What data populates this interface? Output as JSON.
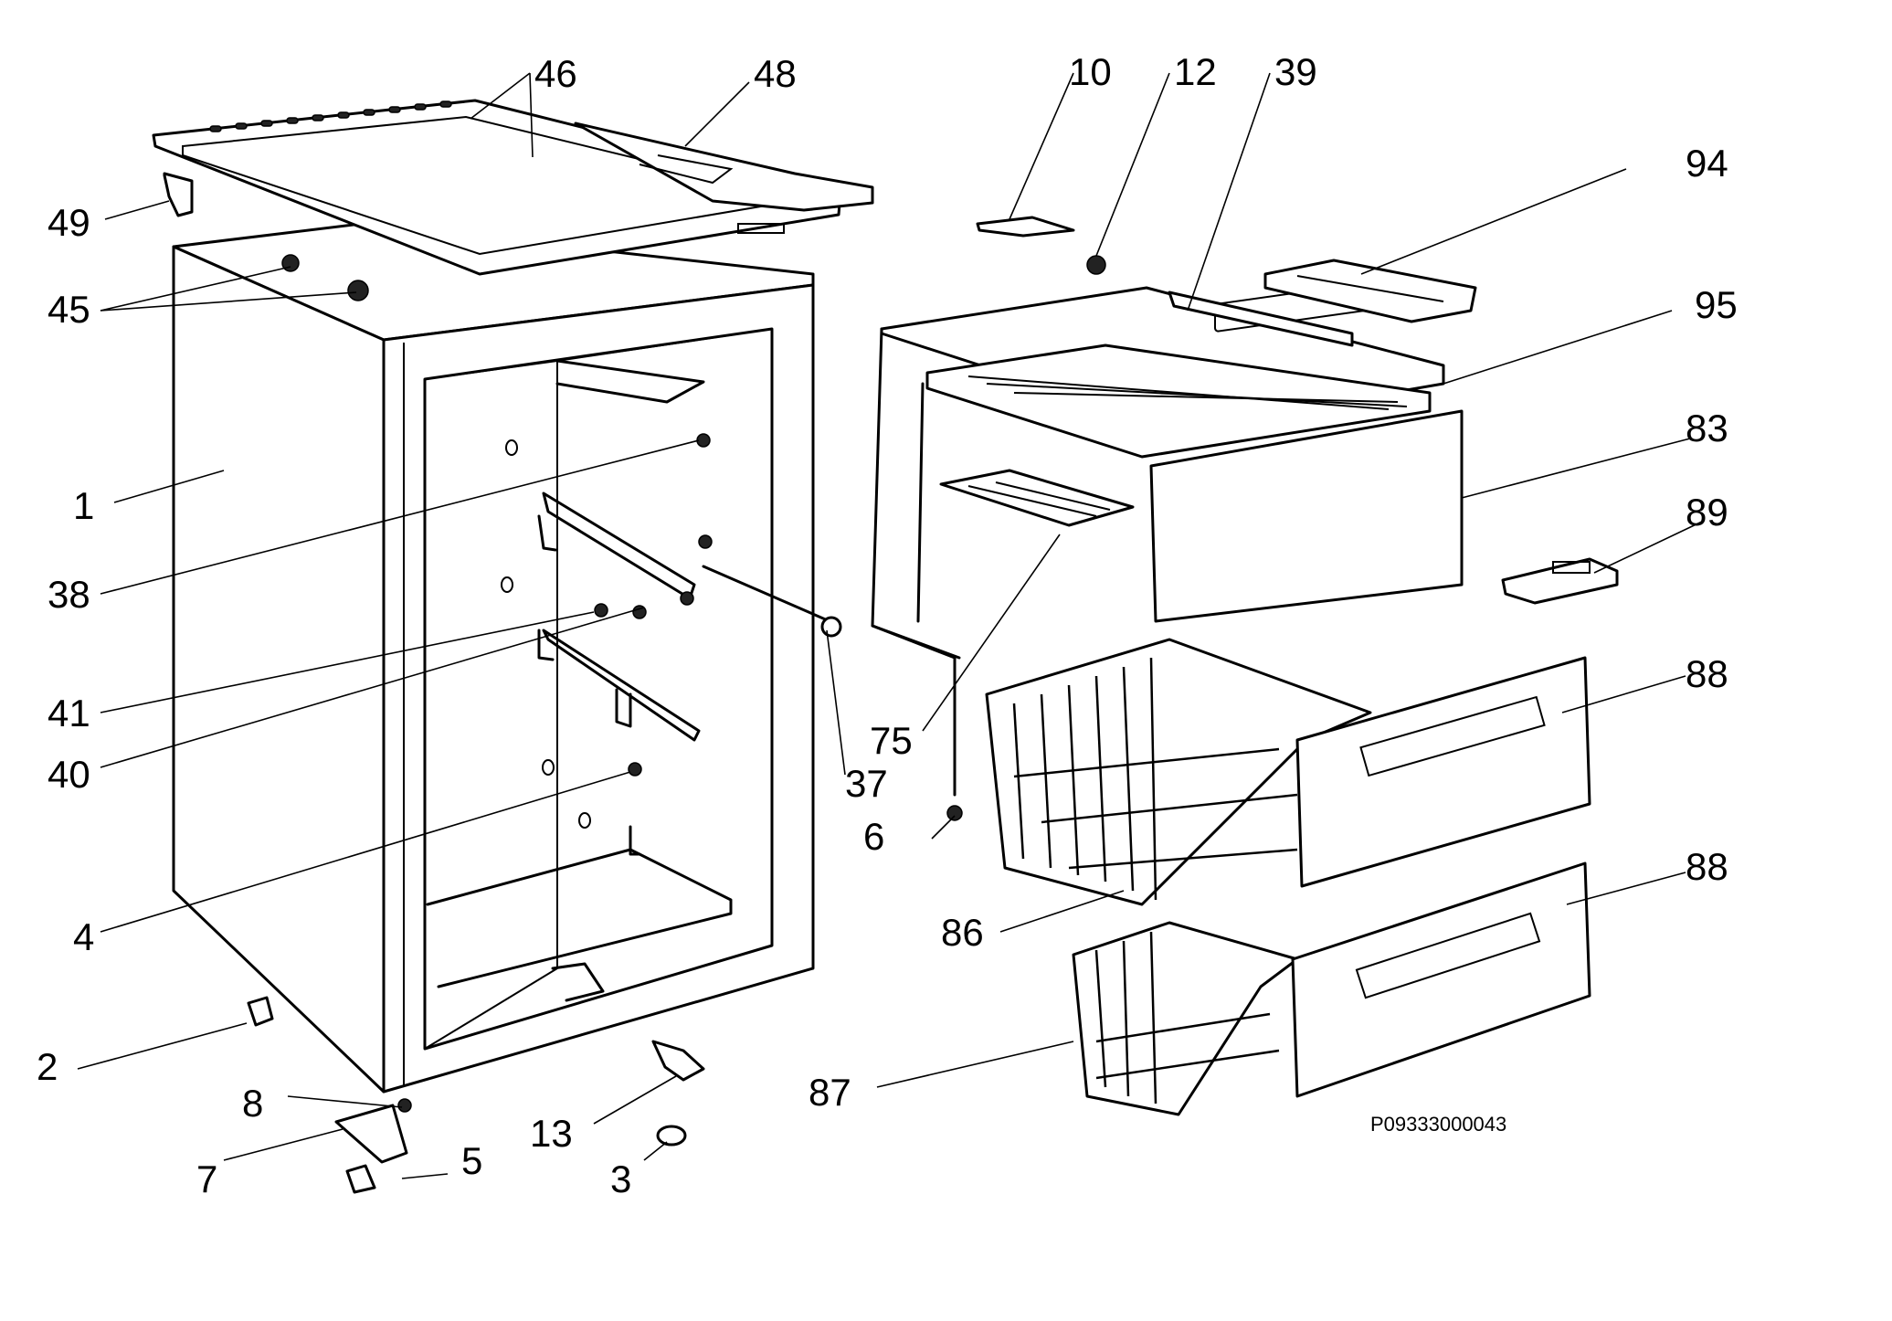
{
  "diagram": {
    "drawing_code": "P09333000043",
    "part_labels": [
      {
        "id": "1",
        "text": "1"
      },
      {
        "id": "2",
        "text": "2"
      },
      {
        "id": "3",
        "text": "3"
      },
      {
        "id": "4",
        "text": "4"
      },
      {
        "id": "5",
        "text": "5"
      },
      {
        "id": "6",
        "text": "6"
      },
      {
        "id": "7",
        "text": "7"
      },
      {
        "id": "8",
        "text": "8"
      },
      {
        "id": "10",
        "text": "10"
      },
      {
        "id": "12",
        "text": "12"
      },
      {
        "id": "13",
        "text": "13"
      },
      {
        "id": "37",
        "text": "37"
      },
      {
        "id": "38",
        "text": "38"
      },
      {
        "id": "39",
        "text": "39"
      },
      {
        "id": "40",
        "text": "40"
      },
      {
        "id": "41",
        "text": "41"
      },
      {
        "id": "45",
        "text": "45"
      },
      {
        "id": "46",
        "text": "46"
      },
      {
        "id": "48",
        "text": "48"
      },
      {
        "id": "49",
        "text": "49"
      },
      {
        "id": "75",
        "text": "75"
      },
      {
        "id": "83",
        "text": "83"
      },
      {
        "id": "86",
        "text": "86"
      },
      {
        "id": "87",
        "text": "87"
      },
      {
        "id": "88a",
        "text": "88"
      },
      {
        "id": "88b",
        "text": "88"
      },
      {
        "id": "89",
        "text": "89"
      },
      {
        "id": "94",
        "text": "94"
      },
      {
        "id": "95",
        "text": "95"
      }
    ]
  }
}
